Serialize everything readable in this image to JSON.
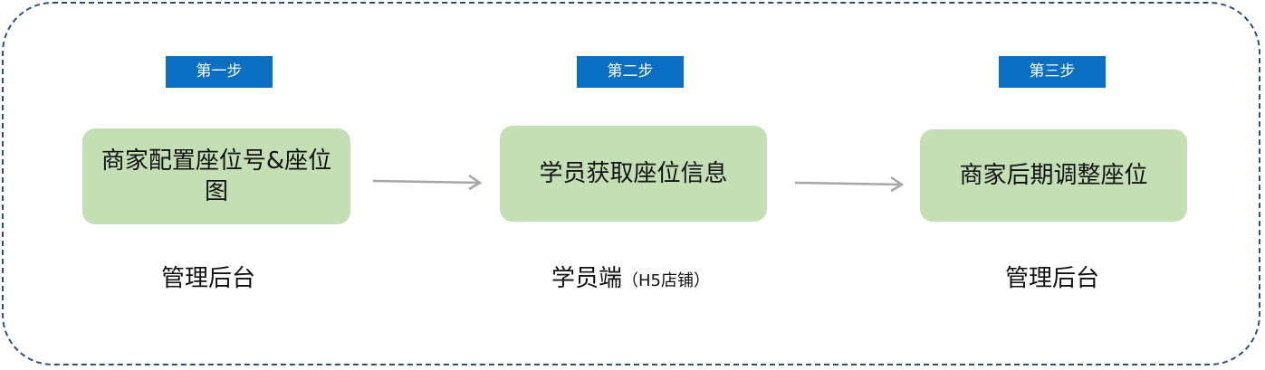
{
  "steps": [
    {
      "tag": "第一步",
      "box_text": "商家配置座位号&座位图",
      "caption": "管理后台",
      "caption_sub": ""
    },
    {
      "tag": "第二步",
      "box_text": "学员获取座位信息",
      "caption": "学员端",
      "caption_sub": "（H5店铺）"
    },
    {
      "tag": "第三步",
      "box_text": "商家后期调整座位",
      "caption": "管理后台",
      "caption_sub": ""
    }
  ],
  "colors": {
    "tag_bg": "#0a6fc2",
    "box_bg": "#c5dfb4",
    "frame_border": "#2f4f7f",
    "arrow": "#a6a6a6"
  }
}
